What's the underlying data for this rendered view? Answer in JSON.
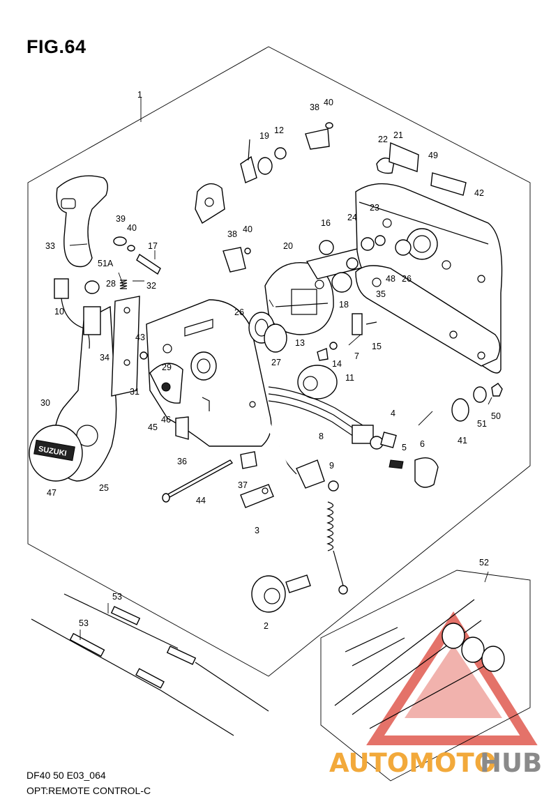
{
  "figure": {
    "title": "FIG.64",
    "code": "DF40 50 E03_064",
    "name": "OPT:REMOTE CONTROL-C"
  },
  "watermark": {
    "part1": "AUTOMOTO",
    "part2": "HUB",
    "colors": {
      "orange": "#f2a93b",
      "grey": "#8a8a8a",
      "red": "#e05a50"
    }
  },
  "callouts": {
    "c1": "1",
    "c2": "2",
    "c3": "3",
    "c4": "4",
    "c5": "5",
    "c6": "6",
    "c7": "7",
    "c8": "8",
    "c9": "9",
    "c10": "10",
    "c11": "11",
    "c12": "12",
    "c13": "13",
    "c14": "14",
    "c15": "15",
    "c16": "16",
    "c17": "17",
    "c18": "18",
    "c19": "19",
    "c20": "20",
    "c21": "21",
    "c22": "22",
    "c23": "23",
    "c24": "24",
    "c25": "25",
    "c26a": "26",
    "c26b": "26",
    "c27": "27",
    "c28": "28",
    "c29": "29",
    "c30": "30",
    "c31": "31",
    "c32": "32",
    "c33": "33",
    "c34": "34",
    "c35": "35",
    "c36": "36",
    "c37": "37",
    "c38a": "38",
    "c38b": "38",
    "c39": "39",
    "c40a": "40",
    "c40b": "40",
    "c40c": "40",
    "c41": "41",
    "c42": "42",
    "c43": "43",
    "c44": "44",
    "c45": "45",
    "c46": "46",
    "c47": "47",
    "c48": "48",
    "c49": "49",
    "c50": "50",
    "c51": "51",
    "c51a": "51A",
    "c52": "52",
    "c53a": "53",
    "c53b": "53"
  },
  "knob_label": "SUZUKI"
}
